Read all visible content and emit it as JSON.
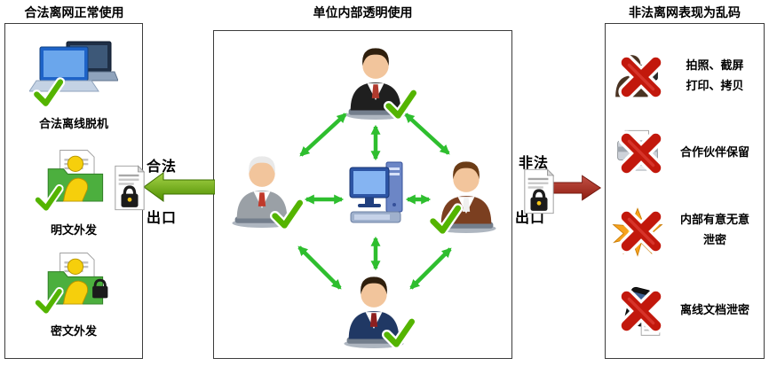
{
  "titles": {
    "left": "合法离网正常使用",
    "center": "单位内部透明使用",
    "right": "非法离网表现为乱码"
  },
  "panels": {
    "left": {
      "items": [
        {
          "label": "合法离线脱机",
          "icon": "laptop-offline-check-icon"
        },
        {
          "label": "明文外发",
          "icon": "plaintext-send-check-icon"
        },
        {
          "label": "密文外发",
          "icon": "ciphertext-send-lock-check-icon"
        }
      ]
    },
    "center": {
      "nodes": {
        "top": "manager-with-laptop",
        "left": "senior-staff-with-laptop",
        "center": "office-computer",
        "right": "staff-with-laptop",
        "bottom": "staff-with-laptop"
      },
      "arrow_style": "double-headed-green"
    },
    "right": {
      "items": [
        {
          "line1": "拍照、截屏",
          "line2": "打印、拷贝",
          "icon": "camera-person-icon"
        },
        {
          "line1": "合作伙伴保留",
          "line2": "",
          "icon": "printer-icon"
        },
        {
          "line1": "内部有意无意",
          "line2": "泄密",
          "icon": "explosion-icon"
        },
        {
          "line1": "离线文档泄密",
          "line2": "",
          "icon": "phone-document-icon"
        }
      ]
    }
  },
  "flows": {
    "legal": {
      "word_top": "合法",
      "word_bottom": "出口",
      "direction": "left",
      "color": "#5E9A00"
    },
    "illegal": {
      "word_top": "非法",
      "word_bottom": "出口",
      "direction": "right",
      "color": "#9E1F10"
    }
  },
  "icons": {
    "explosion_text": "?!!",
    "check_color": "#54B400",
    "cross_color": "#C2180C",
    "network_arrow_color": "#2EBE2E"
  }
}
